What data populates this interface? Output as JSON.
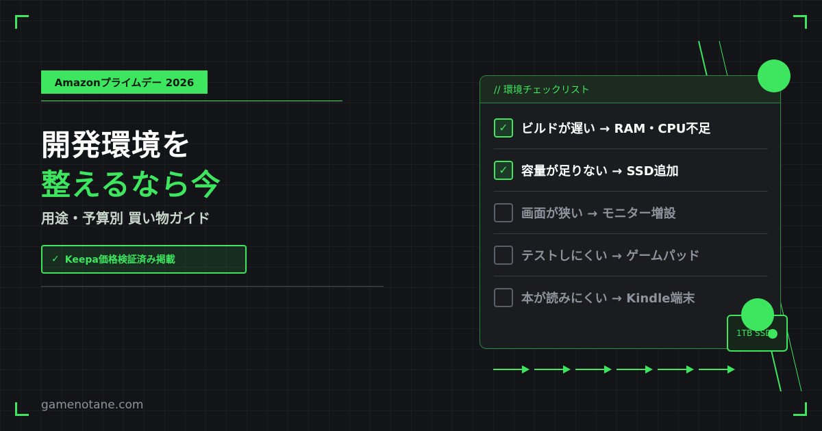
{
  "tag": "Amazonプライムデー 2026",
  "title_line1": "開発環境を",
  "title_line2": "整えるなら今",
  "subtitle": "用途・予算別 買い物ガイド",
  "verified": {
    "icon": "check-icon",
    "label": "Keepa価格検証済み掲載"
  },
  "site": "gamenotane.com",
  "checklist": {
    "header": "// 環境チェックリスト",
    "items": [
      {
        "label": "ビルドが遅い → RAM・CPU不足",
        "checked": true
      },
      {
        "label": "容量が足りない → SSD追加",
        "checked": true
      },
      {
        "label": "画面が狭い → モニター増設",
        "checked": false
      },
      {
        "label": "テストしにくい → ゲームパッド",
        "checked": false
      },
      {
        "label": "本が読みにくい → Kindle端末",
        "checked": false
      }
    ]
  },
  "chip": "1TB SSD",
  "colors": {
    "accent": "#3ee65f",
    "background": "#131417",
    "muted": "#8e949c"
  }
}
